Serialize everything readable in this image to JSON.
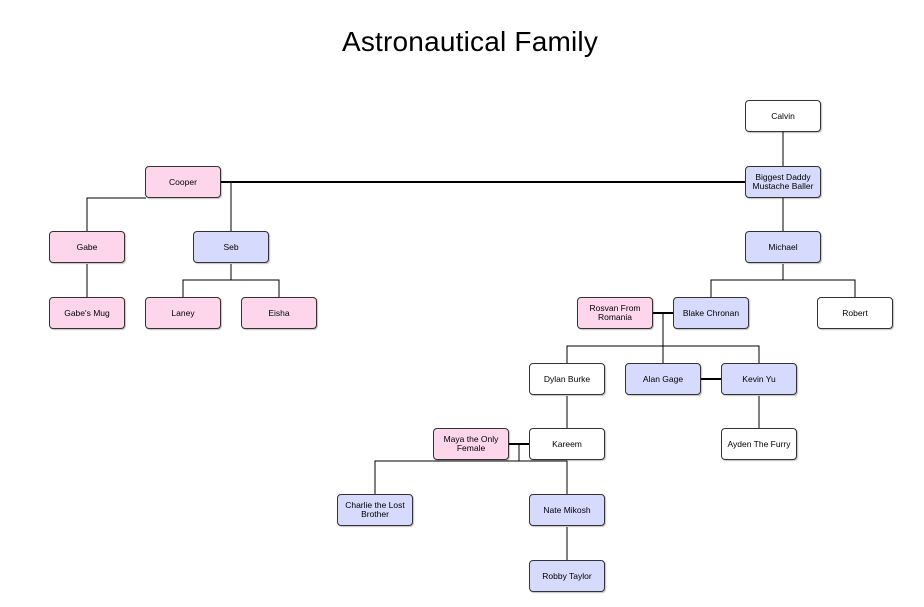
{
  "title": "Astronautical Family",
  "colors": {
    "pink": "#fdd6ec",
    "blue": "#d6dafc",
    "white": "#ffffff",
    "line": "#000000"
  },
  "nodes": {
    "calvin": "Calvin",
    "biggest_daddy": "Biggest Daddy Mustache Baller",
    "cooper": "Cooper",
    "gabe": "Gabe",
    "seb": "Seb",
    "gabes_mug": "Gabe's Mug",
    "laney": "Laney",
    "eisha": "Eisha",
    "michael": "Michael",
    "rosvan": "Rosvan From Romania",
    "blake": "Blake Chronan",
    "robert": "Robert",
    "dylan": "Dylan Burke",
    "alan": "Alan Gage",
    "kevin": "Kevin Yu",
    "maya": "Maya the Only Female",
    "kareem": "Kareem",
    "ayden": "Ayden The Furry",
    "charlie": "Charlie the Lost Brother",
    "nate": "Nate Mikosh",
    "robby": "Robby Taylor"
  }
}
